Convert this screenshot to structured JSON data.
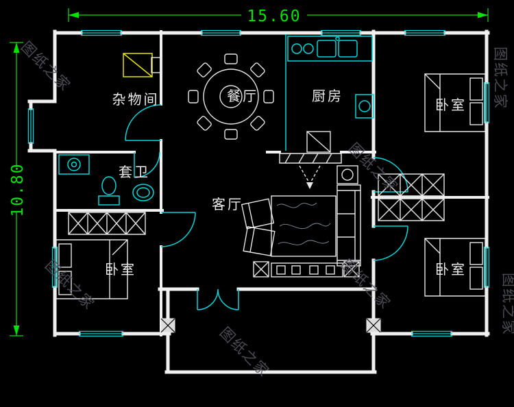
{
  "dimensions": {
    "top_label": "15.60",
    "left_label": "10.80"
  },
  "rooms": {
    "storage": "杂物间",
    "dining": "餐厅",
    "kitchen": "厨房",
    "bedroom_top_right": "卧室",
    "bathroom": "套卫",
    "living": "客厅",
    "bedroom_bottom_left": "卧室",
    "bedroom_bottom_right": "卧室"
  },
  "watermark": {
    "text": "图纸之家"
  },
  "colors": {
    "background": "#000000",
    "wall": "#f0f0f0",
    "fixture": "#00d9d9",
    "dimension": "#00e400",
    "highlight": "#e6e600",
    "watermark": "#54545e"
  }
}
